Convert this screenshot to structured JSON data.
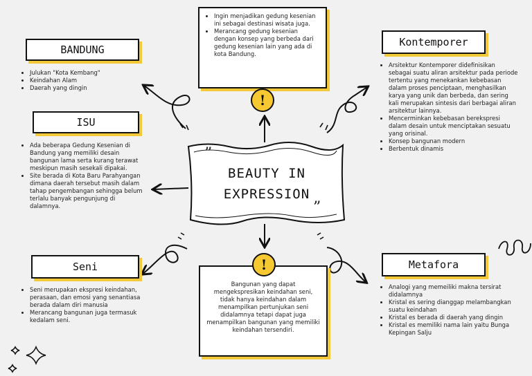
{
  "center": {
    "line1": "BEAUTY IN",
    "line2": "EXPRESSION"
  },
  "bandung": {
    "title": "BANDUNG",
    "items": [
      "Julukan \"Kota Kembang\"",
      "Keindahan Alam",
      "Daerah yang dingin"
    ]
  },
  "isu": {
    "title": "ISU",
    "items": [
      "Ada beberapa Gedung Kesenian di Bandung yang memiliki desain bangunan lama serta kurang terawat meskipun masih sesekali dipakai.",
      "Site berada di Kota Baru Parahyangan dimana daerah tersebut masih dalam tahap pengembangan sehingga belum terlalu banyak pengunjung di dalamnya."
    ]
  },
  "seni": {
    "title": "Seni",
    "items": [
      "Seni merupakan ekspresi keindahan, perasaan, dan emosi yang senantiasa berada dalam diri manusia",
      "Merancang bangunan juga termasuk kedalam seni."
    ]
  },
  "top_note": {
    "items": [
      "Ingin menjadikan gedung kesenian ini sebagai destinasi wisata juga.",
      "Merancang gedung kesenian dengan konsep yang berbeda dari gedung kesenian lain yang ada di kota Bandung."
    ]
  },
  "bottom_note": {
    "text": "Bangunan yang dapat mengekspresikan keindahan seni, tidak hanya keindahan dalam menampilkan pertunjukan seni didalamnya tetapi dapat juga menampilkan bangunan yang memiliki keindahan tersendiri."
  },
  "kontemporer": {
    "title": "Kontemporer",
    "items": [
      "Arsitektur Kontemporer didefinisikan sebagai suatu aliran arsitektur pada periode tertentu yang menekankan kebebasan dalam proses penciptaan, menghasilkan karya yang unik dan berbeda, dan sering kali merupakan sintesis dari berbagai aliran arsitektur lainnya.",
      "Mencerminkan kebebasan berekspresi dalam desain untuk menciptakan sesuatu yang orisinal.",
      "Konsep bangunan modern",
      "Berbentuk dinamis"
    ]
  },
  "metafora": {
    "title": "Metafora",
    "items": [
      "Analogi yang memeiliki makna tersirat didalamnya",
      "Kristal es sering dianggap melambangkan suatu keindahan",
      "Kristal es berada di daerah yang dingin",
      "Kristal es memiliki nama lain yaitu Bunga Kepingan Salju"
    ]
  },
  "bulb_glyph": "!",
  "quote_glyph": "”",
  "colors": {
    "accent": "#f3c93a",
    "ink": "#111111",
    "background": "#f1f1f1"
  },
  "icons": [
    "lightbulb-icon",
    "sparkle-icon",
    "squiggle-icon",
    "arrow-icon"
  ]
}
